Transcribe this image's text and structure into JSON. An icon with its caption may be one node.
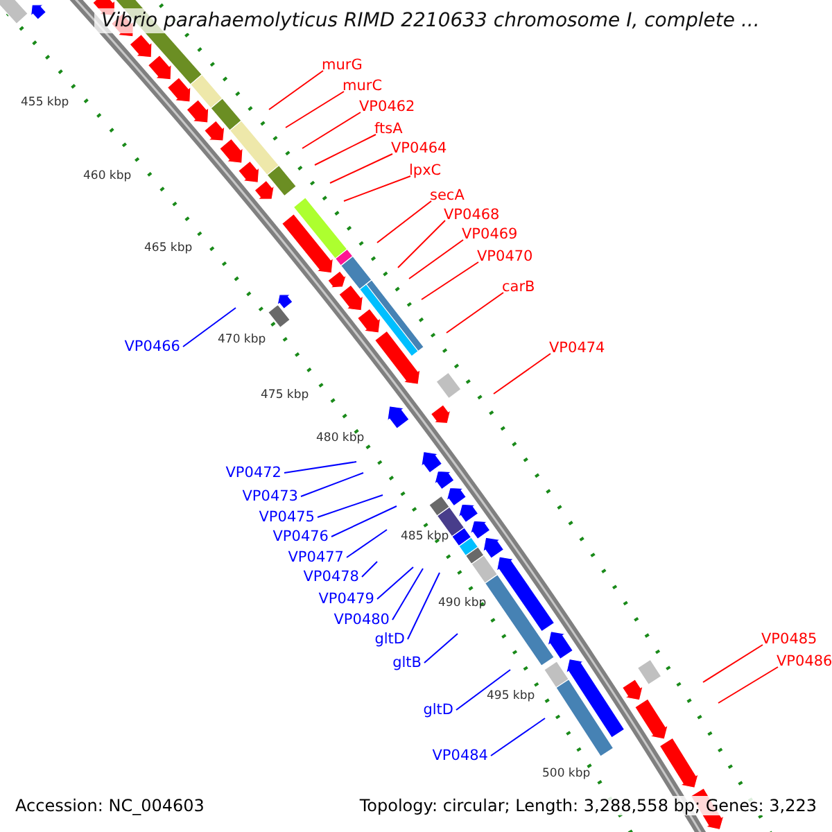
{
  "diagram": {
    "title": "Vibrio parahaemolyticus RIMD 2210633 chromosome I, complete ...",
    "nodes": [
      {
        "text": [
          "murG"
        ]
      },
      {
        "text": [
          "murC"
        ]
      },
      {
        "text": [
          "VP0462"
        ]
      },
      {
        "text": [
          "ftsA"
        ]
      },
      {
        "text": [
          "VP0464"
        ]
      },
      {
        "text": [
          "lpxC"
        ]
      },
      {
        "text": [
          "secA"
        ]
      },
      {
        "text": [
          "VP0468"
        ]
      },
      {
        "text": [
          "VP0469"
        ]
      },
      {
        "text": [
          "VP0470"
        ]
      },
      {
        "text": [
          "carB"
        ]
      },
      {
        "text": [
          "VP0466"
        ]
      },
      {
        "text": [
          "VP0474"
        ]
      },
      {
        "text": [
          "VP0472"
        ]
      },
      {
        "text": [
          "VP0473"
        ]
      },
      {
        "text": [
          "VP0475"
        ]
      },
      {
        "text": [
          "VP0476"
        ]
      },
      {
        "text": [
          "VP0477"
        ]
      },
      {
        "text": [
          "VP0478"
        ]
      },
      {
        "text": [
          "VP0479"
        ]
      },
      {
        "text": [
          "VP0480"
        ]
      },
      {
        "text": [
          "gltD"
        ]
      },
      {
        "text": [
          "VP0485"
        ]
      },
      {
        "text": [
          "gltB"
        ]
      },
      {
        "text": [
          "VP0486"
        ]
      },
      {
        "text": [
          "gltD"
        ]
      },
      {
        "text": [
          "VP0484"
        ]
      }
    ],
    "edges": [
      {
        "from": 0,
        "to": null,
        "arrow": "none"
      },
      {
        "from": 1,
        "to": null,
        "arrow": "none"
      },
      {
        "from": 2,
        "to": null,
        "arrow": "none"
      },
      {
        "from": 3,
        "to": null,
        "arrow": "none"
      },
      {
        "from": 4,
        "to": null,
        "arrow": "none"
      },
      {
        "from": 5,
        "to": null,
        "arrow": "none"
      },
      {
        "from": 6,
        "to": null,
        "arrow": "none"
      },
      {
        "from": 7,
        "to": null,
        "arrow": "none"
      },
      {
        "from": 8,
        "to": null,
        "arrow": "none"
      },
      {
        "from": 9,
        "to": null,
        "arrow": "none"
      },
      {
        "from": 10,
        "to": null,
        "arrow": "none"
      },
      {
        "from": 11,
        "to": null,
        "arrow": "none",
        "color": "#0000ff"
      },
      {
        "from": 12,
        "to": null,
        "arrow": "none"
      },
      {
        "from": 13,
        "to": null,
        "arrow": "none",
        "color": "#0000ff"
      },
      {
        "from": 14,
        "to": null,
        "arrow": "none",
        "color": "#0000ff"
      },
      {
        "from": 15,
        "to": null,
        "arrow": "none",
        "color": "#0000ff"
      },
      {
        "from": 16,
        "to": null,
        "arrow": "none",
        "color": "#0000ff"
      },
      {
        "from": 17,
        "to": null,
        "arrow": "none",
        "color": "#0000ff"
      },
      {
        "from": 18,
        "to": null,
        "arrow": "none",
        "color": "#0000ff"
      },
      {
        "from": 19,
        "to": null,
        "arrow": "none",
        "color": "#0000ff"
      },
      {
        "from": 20,
        "to": null,
        "arrow": "none",
        "color": "#0000ff"
      },
      {
        "from": 21,
        "to": null,
        "arrow": "none",
        "color": "#0000ff"
      },
      {
        "from": 22,
        "to": null,
        "arrow": "none"
      },
      {
        "from": 23,
        "to": null,
        "arrow": "none",
        "color": "#0000ff"
      },
      {
        "from": 24,
        "to": null,
        "arrow": "none"
      },
      {
        "from": 25,
        "to": null,
        "arrow": "none",
        "color": "#0000ff"
      },
      {
        "from": 26,
        "to": null,
        "arrow": "none",
        "color": "#0000ff"
      }
    ],
    "labels": [
      "455 kbp",
      "460 kbp",
      "465 kbp",
      "470 kbp",
      "475 kbp",
      "480 kbp",
      "485 kbp",
      "490 kbp",
      "495 kbp",
      "500 kbp",
      "Accession: NC_004603",
      "Topology: circular; Length: 3,288,558 bp; Genes: 3,223"
    ]
  }
}
